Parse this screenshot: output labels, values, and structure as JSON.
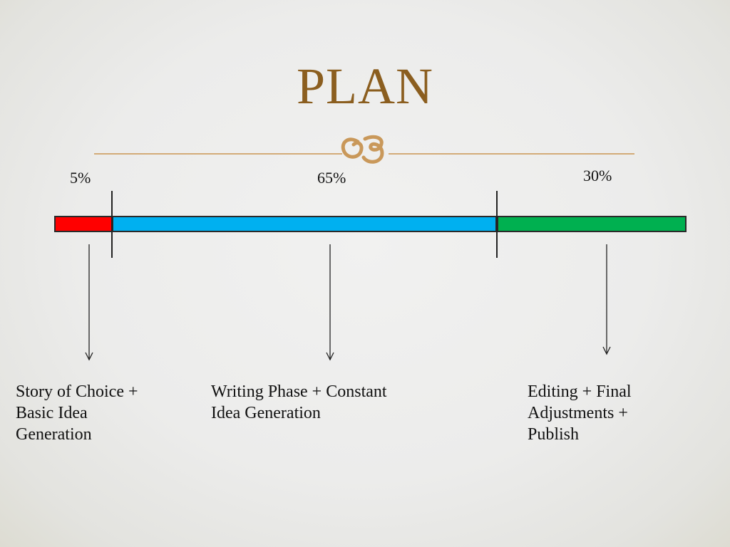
{
  "slide": {
    "title": "PLAN",
    "accent_color": "#8b5e1f",
    "ornament_icon": "flourish-ornament-icon"
  },
  "phases": [
    {
      "percent_label": "5%",
      "share": 5,
      "color": "#ff0000",
      "description": "Story of Choice + Basic Idea Generation",
      "description_lines": [
        "Story of Choice +",
        "Basic Idea",
        "Generation"
      ]
    },
    {
      "percent_label": "65%",
      "share": 65,
      "color": "#00b0f0",
      "description": "Writing Phase + Constant Idea Generation",
      "description_lines": [
        "Writing Phase + Constant",
        "Idea Generation"
      ]
    },
    {
      "percent_label": "30%",
      "share": 30,
      "color": "#00b050",
      "description": "Editing + Final Adjustments + Publish",
      "description_lines": [
        "Editing + Final",
        "Adjustments +",
        "Publish"
      ]
    }
  ]
}
